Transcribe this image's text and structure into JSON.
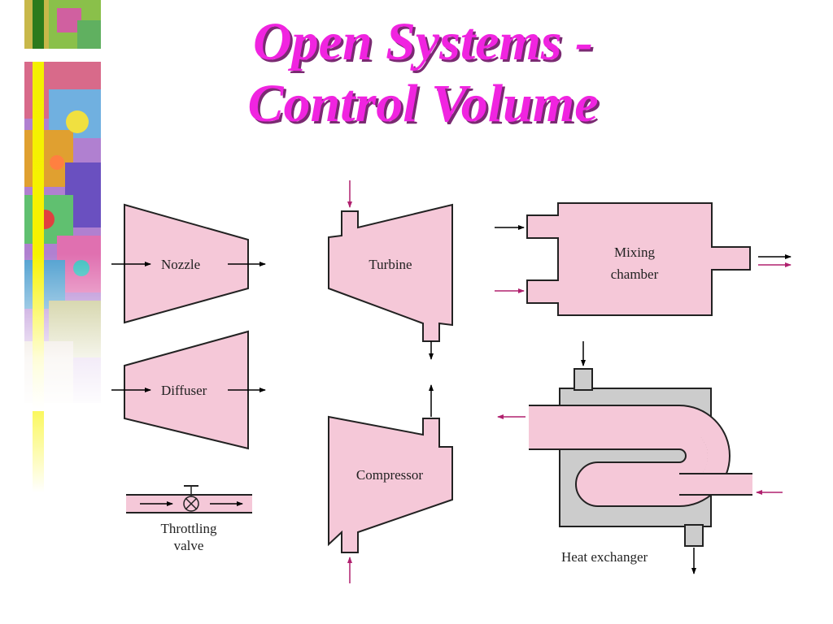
{
  "slide": {
    "title_line1": "Open Systems -",
    "title_line2": "Control Volume"
  },
  "colors": {
    "title": "#f024e0",
    "device_fill": "#f5c8d8",
    "heat_exchanger_shell": "#cccccc",
    "arrow_magenta": "#b0206e",
    "arrow_black": "#000000"
  },
  "devices": {
    "nozzle": "Nozzle",
    "diffuser": "Diffuser",
    "throttling_valve_line1": "Throttling",
    "throttling_valve_line2": "valve",
    "turbine": "Turbine",
    "compressor": "Compressor",
    "mixing_chamber_line1": "Mixing",
    "mixing_chamber_line2": "chamber",
    "heat_exchanger": "Heat exchanger"
  }
}
